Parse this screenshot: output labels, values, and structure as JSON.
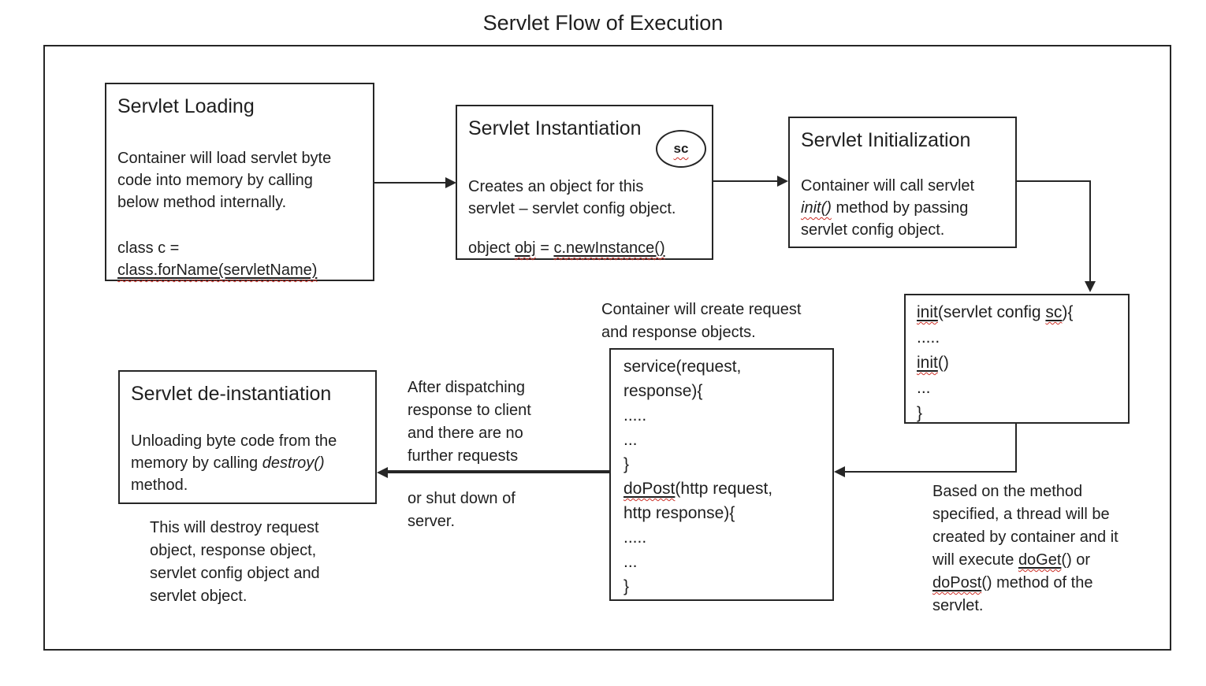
{
  "title": "Servlet Flow of Execution",
  "colors": {
    "text": "#1f1f1f",
    "line": "#262626",
    "squiggle": "#cc2f27",
    "background": "#ffffff"
  },
  "boxes": {
    "loading": {
      "heading": "Servlet Loading",
      "body_lines": [
        "Container will load servlet byte",
        "code into memory by calling",
        "below method internally."
      ],
      "code_line1": "class c =",
      "code_line2": "class.forName(servletName)"
    },
    "instantiation": {
      "heading": "Servlet Instantiation",
      "badge": "sc",
      "body_lines": [
        "Creates an object for this",
        "servlet – servlet config object."
      ],
      "code_pre": "object ",
      "code_obj": "obj",
      "code_mid": " = ",
      "code_call": "c.newInstance()"
    },
    "initialization": {
      "heading": "Servlet Initialization",
      "line1": "Container will call servlet",
      "line2_init": "init()",
      "line2_rest": " method by passing",
      "line3": "servlet config object."
    },
    "init_code": {
      "l1_init": "init",
      "l1_mid": "(servlet config ",
      "l1_sc": "sc",
      "l1_end": "){",
      "l2": ".....",
      "l3_init": "init",
      "l3_end": "()",
      "l4": "...",
      "l5": "}"
    },
    "service_code": {
      "l1": "service(request,",
      "l2": "response){",
      "l3": ".....",
      "l4": "...",
      "l5": "}",
      "l6_dopost": "doPost",
      "l6_rest": "(http request,",
      "l7": "http response){",
      "l8": ".....",
      "l9": "...",
      "l10": "}"
    },
    "deinstantiation": {
      "heading": "Servlet de-instantiation",
      "line1": "Unloading byte code from the",
      "line2_pre": "memory by calling ",
      "line2_italic": "destroy()",
      "line3": "method."
    }
  },
  "notes": {
    "request_response_lines": [
      "Container will create request",
      "and response objects."
    ],
    "after_dispatch_lines": [
      "After dispatching",
      "response to client",
      "and there are no",
      "further requests"
    ],
    "shutdown_lines": [
      "or shut down of",
      "server."
    ],
    "destroy_lines": [
      "This will destroy request",
      "object, response object,",
      "servlet config object and",
      "servlet object."
    ],
    "thread_lines": {
      "l1": "Based on the method",
      "l2": "specified, a thread will be",
      "l3": "created by container and it",
      "l4_pre": "will execute ",
      "l4_doget": "doGet",
      "l4_post": "() or",
      "l5_dopost": "doPost",
      "l5_post": "() method of the",
      "l6": "servlet."
    }
  }
}
